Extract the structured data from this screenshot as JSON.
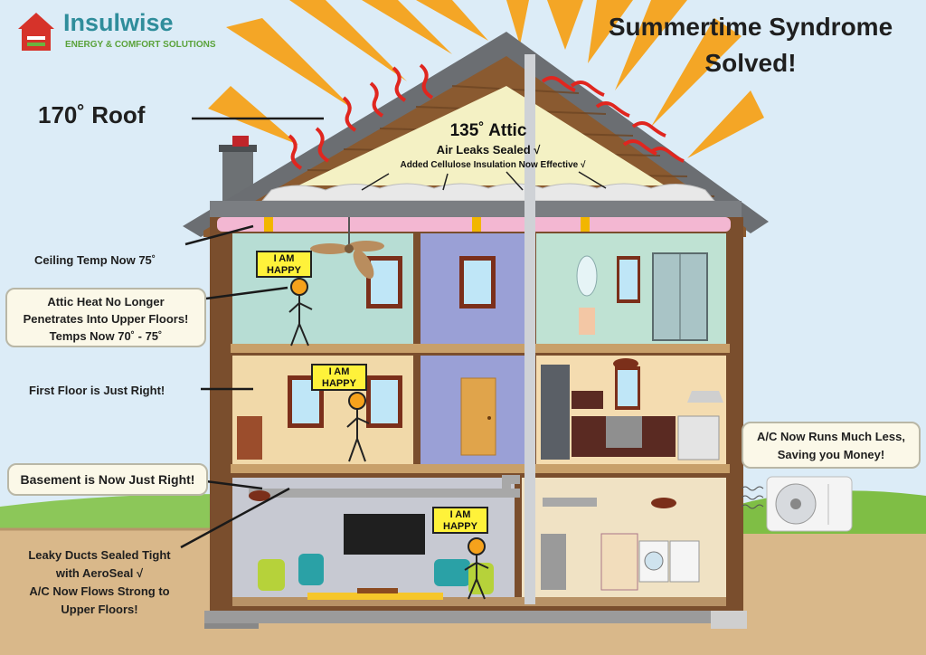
{
  "brand": {
    "name": "Insulwise",
    "tagline": "ENERGY & COMFORT SOLUTIONS",
    "colors": {
      "name": "#2f8d9b",
      "tagline": "#5aa23a",
      "logo_red": "#d6332a",
      "logo_green": "#6cb33f"
    }
  },
  "title": {
    "line1": "Summertime Syndrome",
    "line2": "Solved!"
  },
  "roof_label": "170˚ Roof",
  "attic": {
    "temp": "135˚ Attic",
    "leaks": "Air Leaks Sealed √",
    "insulation": "Added Cellulose Insulation Now Effective √"
  },
  "callouts": {
    "ceiling": "Ceiling Temp Now 75˚",
    "attic_heat": [
      "Attic Heat No Longer",
      "Penetrates Into Upper Floors!",
      "Temps Now 70˚ - 75˚"
    ],
    "first_floor": "First Floor is Just Right!",
    "basement": "Basement is Now Just Right!",
    "ducts": [
      "Leaky Ducts Sealed Tight",
      "with AeroSeal √",
      "A/C Now Flows Strong to",
      "Upper Floors!"
    ],
    "ac": [
      "A/C Now Runs Much Less,",
      "Saving you Money!"
    ]
  },
  "signs": [
    {
      "line1": "I AM",
      "line2": "HAPPY"
    },
    {
      "line1": "I AM",
      "line2": "HAPPY"
    },
    {
      "line1": "I AM",
      "line2": "HAPPY"
    }
  ],
  "colors": {
    "sky": "#dbeef9",
    "grass": "#7cbf45",
    "ground": "#d9b98a",
    "siding": "#7a4e2d",
    "roof": "#6b6e72",
    "sun_ray": "#f7a51c",
    "heat_arrow": "#e0261f",
    "duct_pink": "#f3b7d2"
  },
  "icons": [
    "house-logo-icon",
    "sun-ray-icon",
    "heat-wave-arrow-icon",
    "ceiling-fan-icon",
    "ac-unit-icon",
    "smiley-stick-figure-icon"
  ]
}
